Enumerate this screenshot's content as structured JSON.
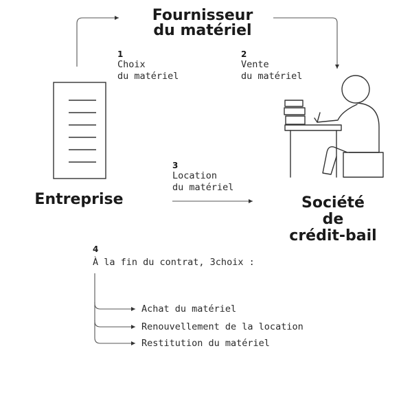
{
  "supplier": {
    "line1": "Fournisseur",
    "line2": "du matériel"
  },
  "enterprise": {
    "label": "Entreprise"
  },
  "lessor": {
    "line1": "Société",
    "line2": "de",
    "line3": "crédit-bail"
  },
  "steps": [
    {
      "number": "1",
      "line1": "Choix",
      "line2": "du matériel"
    },
    {
      "number": "2",
      "line1": "Vente",
      "line2": "du matériel"
    },
    {
      "number": "3",
      "line1": "Location",
      "line2": "du matériel"
    },
    {
      "number": "4",
      "line1": "À la fin du contrat, 3choix :"
    }
  ],
  "choices": [
    "Achat du matériel",
    "Renouvellement de la location",
    "Restitution du matériel"
  ]
}
